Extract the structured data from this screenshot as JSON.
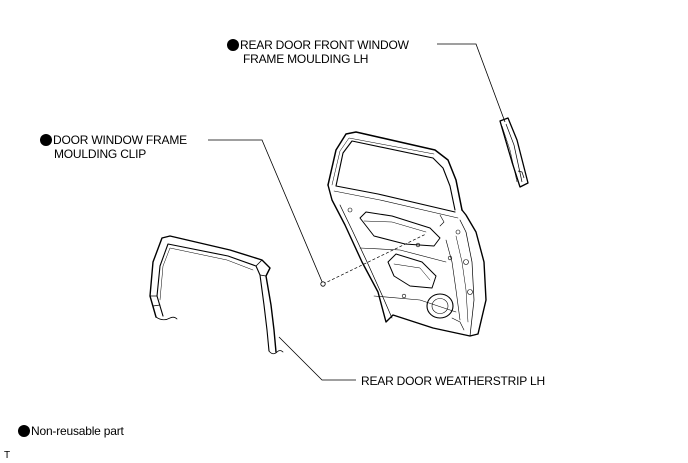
{
  "labels": {
    "rear_door_front_window_frame_moulding": {
      "line1": "REAR DOOR FRONT WINDOW",
      "line2": "FRAME MOULDING LH",
      "non_reusable": true
    },
    "door_window_frame_moulding_clip": {
      "line1": "DOOR WINDOW FRAME",
      "line2": "MOULDING CLIP",
      "non_reusable": true
    },
    "rear_door_weatherstrip": {
      "line1": "REAR DOOR WEATHERSTRIP LH",
      "non_reusable": false
    }
  },
  "legend": {
    "text": "Non-reusable part",
    "icon": "filled-circle-bullet"
  },
  "footer_code": "T",
  "colors": {
    "ink": "#000000",
    "background": "#ffffff"
  }
}
